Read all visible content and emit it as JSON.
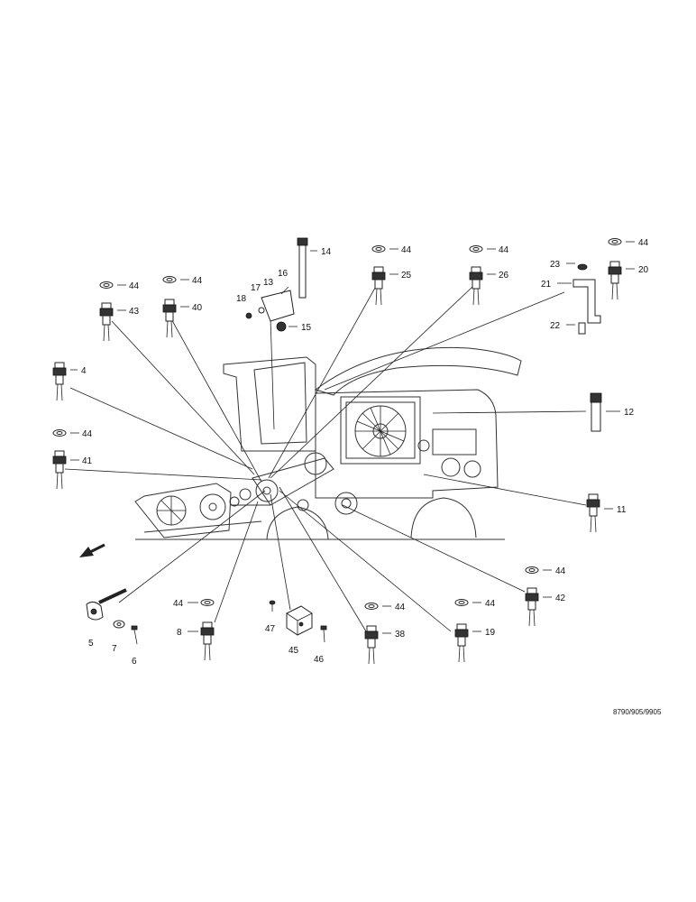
{
  "diagram": {
    "reference": "8790/905/9905",
    "callouts": {
      "c4": "4",
      "c5": "5",
      "c6": "6",
      "c7": "7",
      "c8": "8",
      "c11": "11",
      "c12": "12",
      "c13": "13",
      "c14": "14",
      "c15": "15",
      "c16": "16",
      "c17": "17",
      "c18": "18",
      "c19": "19",
      "c20": "20",
      "c21": "21",
      "c22": "22",
      "c23": "23",
      "c25": "25",
      "c26": "26",
      "c38": "38",
      "c40": "40",
      "c41": "41",
      "c42": "42",
      "c43": "43",
      "c45": "45",
      "c46": "46",
      "c47": "47",
      "washer": "44"
    }
  }
}
